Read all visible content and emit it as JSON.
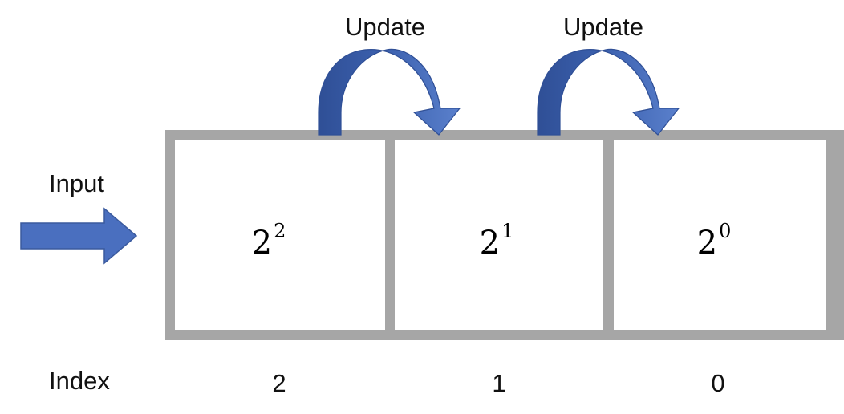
{
  "labels": {
    "update_1": "Update",
    "update_2": "Update",
    "input": "Input",
    "index": "Index"
  },
  "cells": [
    {
      "base": "2",
      "exponent": "2",
      "index": "2"
    },
    {
      "base": "2",
      "exponent": "1",
      "index": "1"
    },
    {
      "base": "2",
      "exponent": "0",
      "index": "0"
    }
  ],
  "colors": {
    "arrow_fill": "#4a6fbf",
    "arrow_stroke": "#3a5a9e",
    "cell_border": "#a6a6a6",
    "cell_fill": "#ffffff"
  }
}
